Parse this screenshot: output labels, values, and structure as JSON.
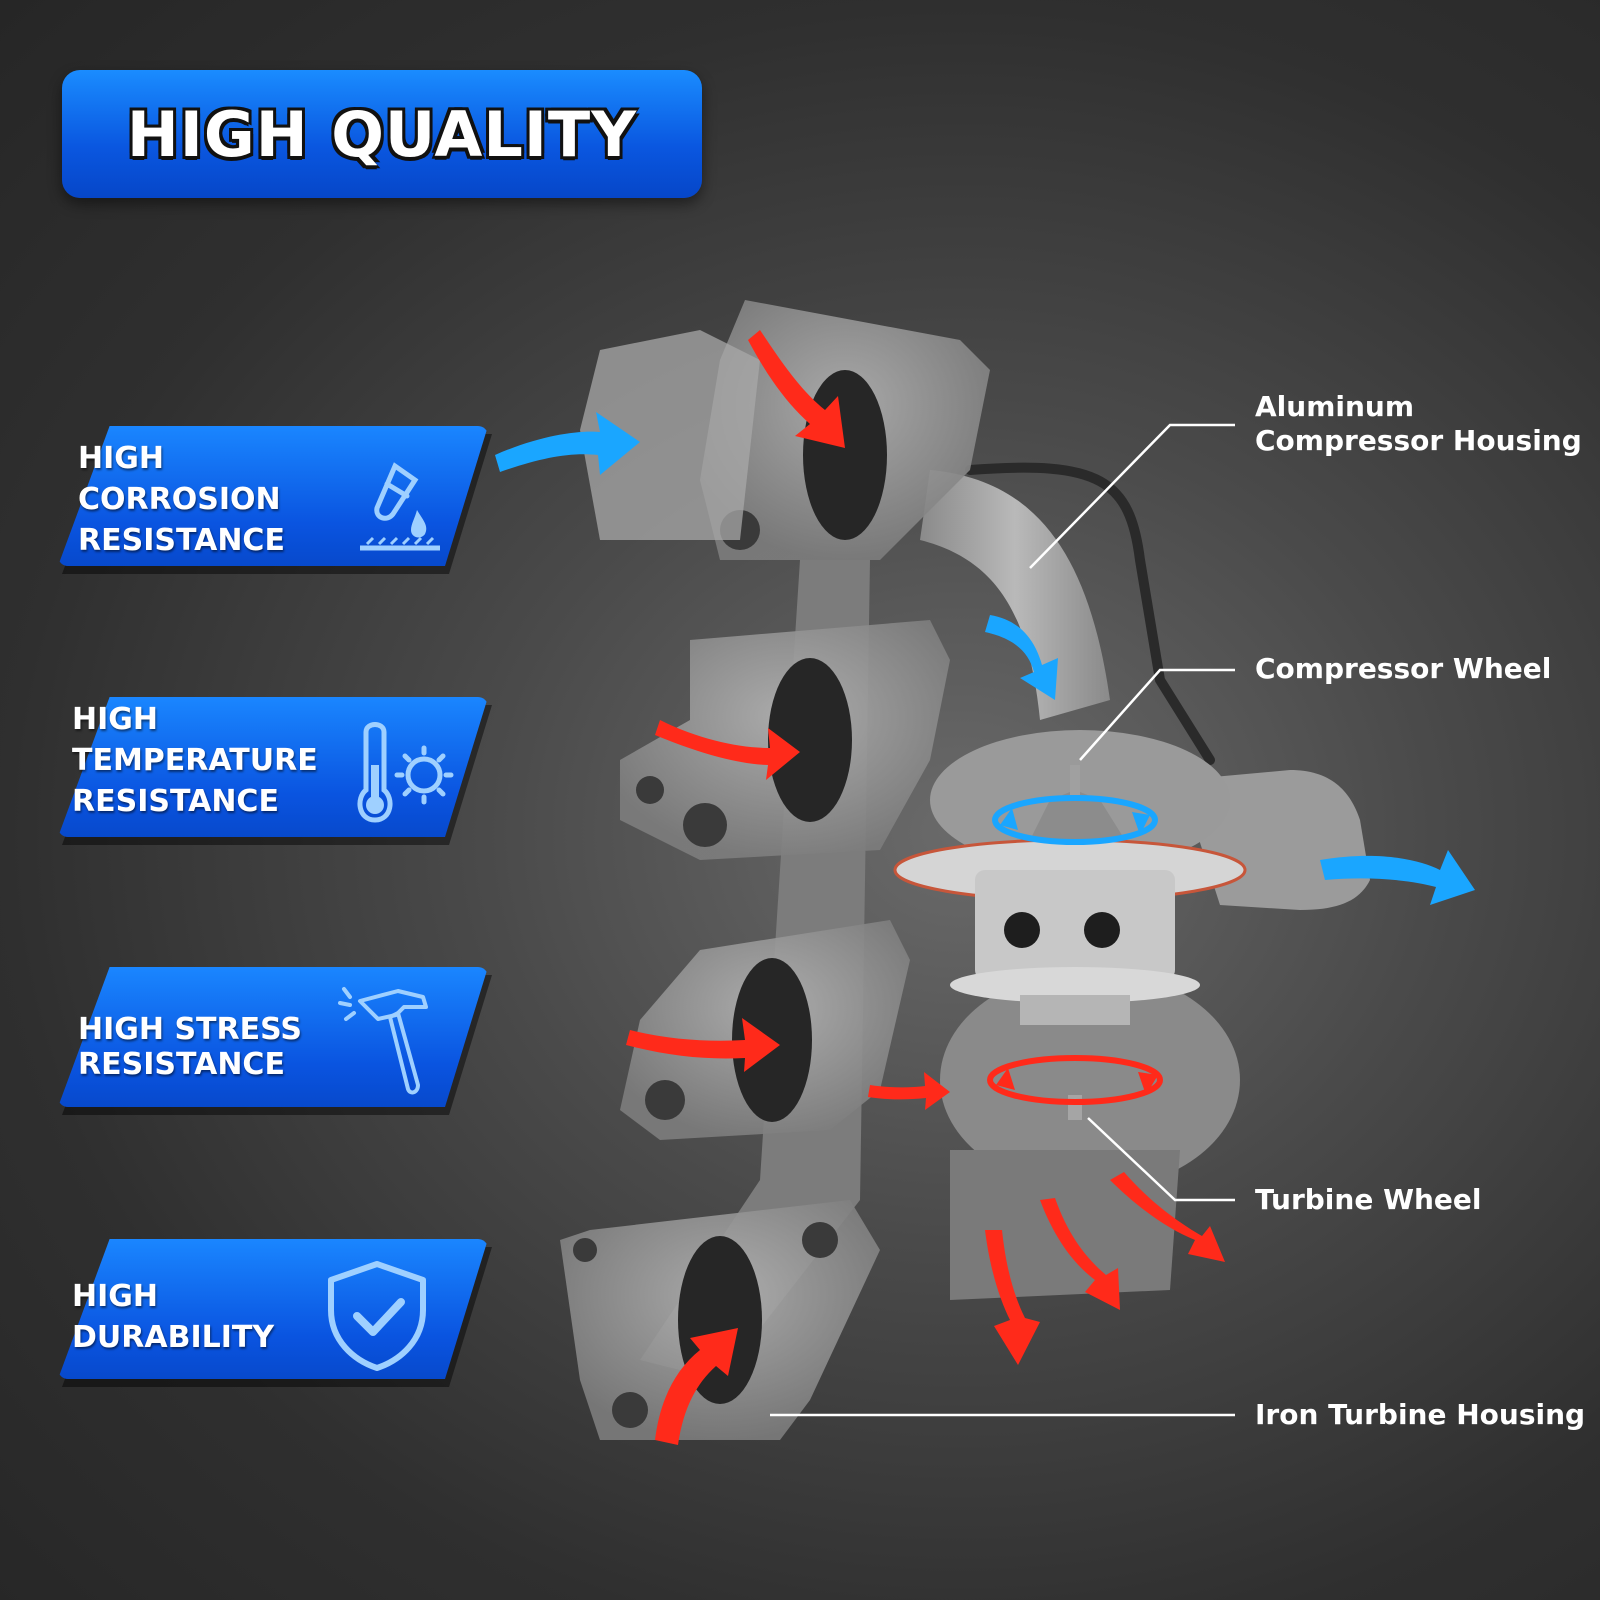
{
  "title": "HIGH QUALITY",
  "features": [
    {
      "lines": [
        "HIGH",
        "CORROSION",
        "RESISTANCE"
      ],
      "icon": "corrosion-icon"
    },
    {
      "lines": [
        "HIGH",
        "TEMPERATURE",
        "RESISTANCE"
      ],
      "icon": "thermometer-sun-icon"
    },
    {
      "lines": [
        "HIGH STRESS",
        "RESISTANCE"
      ],
      "icon": "hammer-icon"
    },
    {
      "lines": [
        "HIGH",
        "DURABILITY"
      ],
      "icon": "shield-check-icon"
    }
  ],
  "callouts": [
    {
      "lines": [
        "Aluminum",
        "Compressor Housing"
      ]
    },
    {
      "lines": [
        "Compressor Wheel"
      ]
    },
    {
      "lines": [
        "Turbine Wheel"
      ]
    },
    {
      "lines": [
        "Iron Turbine Housing"
      ]
    }
  ],
  "colors": {
    "accent_blue": "#0a57e0",
    "airflow_blue": "#1aa6ff",
    "airflow_red": "#ff2a1a"
  }
}
